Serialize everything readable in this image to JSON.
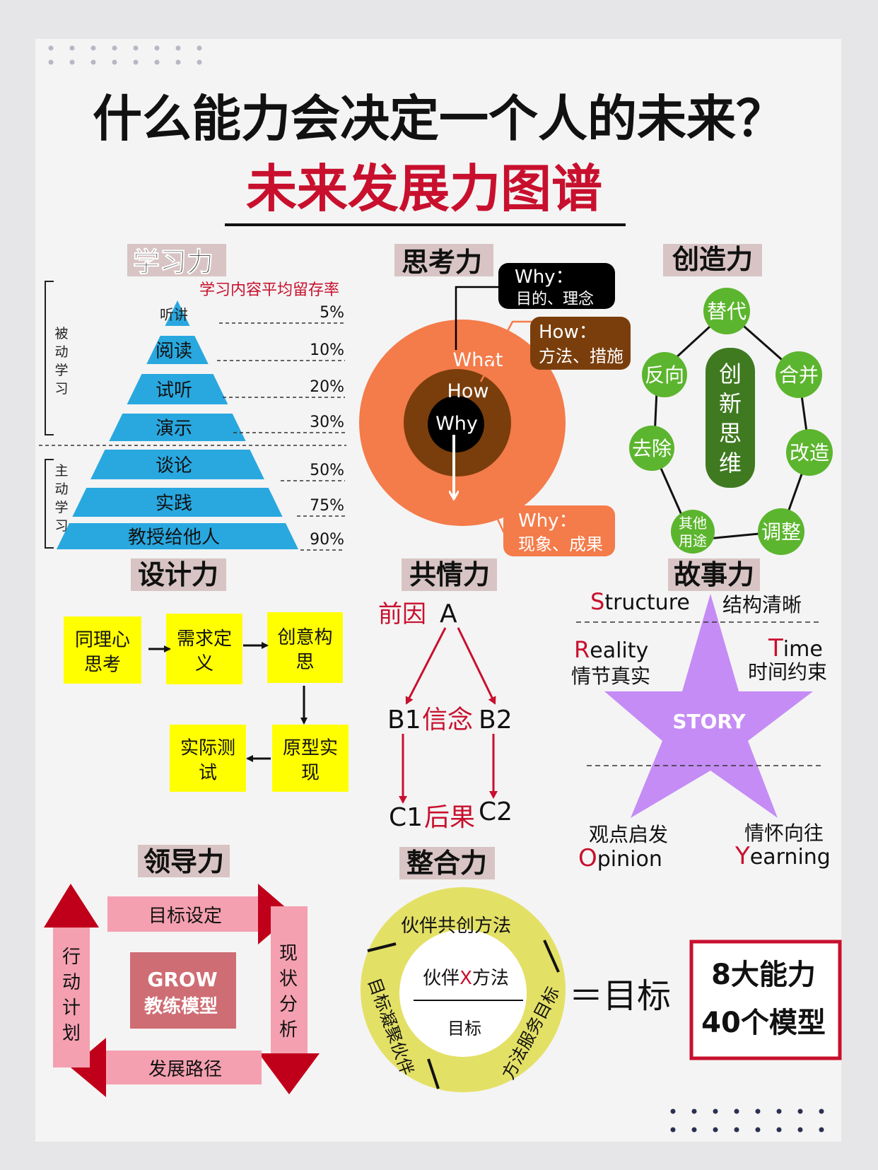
{
  "title": "什么能力会决定一个人的未来？",
  "subtitle": "未来发展力图谱",
  "colors": {
    "red": "#c8102e",
    "blue": "#29a8e0",
    "orange": "#f47b4a",
    "brown": "#7a3e0c",
    "green": "#5cb52e",
    "darkgreen": "#3f7a20",
    "purple": "#c58cf5",
    "yellow": "#ffff00",
    "pink": "#f4a0b0",
    "darkred": "#c0001a",
    "sectionbg": "#d8c4c4"
  },
  "learning": {
    "heading": "学习力",
    "caption": "学习内容平均留存率",
    "passive": "被动学习",
    "active": "主动学习",
    "levels": [
      {
        "label": "听讲",
        "rate": "5%"
      },
      {
        "label": "阅读",
        "rate": "10%"
      },
      {
        "label": "试听",
        "rate": "20%"
      },
      {
        "label": "演示",
        "rate": "30%"
      },
      {
        "label": "谈论",
        "rate": "50%"
      },
      {
        "label": "实践",
        "rate": "75%"
      },
      {
        "label": "教授给他人",
        "rate": "90%"
      }
    ]
  },
  "thinking": {
    "heading": "思考力",
    "rings": [
      "What",
      "How",
      "Why"
    ],
    "callouts": [
      {
        "title": "Why：",
        "text": "目的、理念"
      },
      {
        "title": "How：",
        "text": "方法、措施"
      },
      {
        "title": "Why：",
        "text": "现象、成果"
      }
    ]
  },
  "creativity": {
    "heading": "创造力",
    "center": "创新思维",
    "nodes": [
      "替代",
      "合并",
      "改造",
      "调整",
      "其他用途",
      "去除",
      "反向"
    ]
  },
  "design": {
    "heading": "设计力",
    "steps": [
      "同理心思考",
      "需求定义",
      "创意构思",
      "原型实现",
      "实际测试"
    ]
  },
  "empathy": {
    "heading": "共情力",
    "a_prefix": "前因",
    "a": "A",
    "b1": "B1",
    "b_mid": "信念",
    "b2": "B2",
    "c1": "C1",
    "c_mid": "后果",
    "c2": "C2"
  },
  "story": {
    "heading": "故事力",
    "center": "STORY",
    "items": [
      {
        "initial": "S",
        "rest": "tructure",
        "cn": "结构清晰"
      },
      {
        "initial": "R",
        "rest": "eality",
        "cn": "情节真实"
      },
      {
        "initial": "T",
        "rest": "ime",
        "cn": "时间约束"
      },
      {
        "initial": "O",
        "rest": "pinion",
        "cn": "观点启发"
      },
      {
        "initial": "Y",
        "rest": "earning",
        "cn": "情怀向往"
      }
    ]
  },
  "leadership": {
    "heading": "领导力",
    "center": [
      "GROW",
      "教练模型"
    ],
    "sides": [
      "目标设定",
      "现状分析",
      "发展路径",
      "行动计划"
    ]
  },
  "integration": {
    "heading": "整合力",
    "top": "伙伴共创方法",
    "left": "目标凝聚伙伴",
    "right": "方法服务目标",
    "center_top_a": "伙伴",
    "center_top_x": "X",
    "center_top_b": "方法",
    "center_bottom": "目标",
    "equals": "＝目标"
  },
  "summary": {
    "line1": "8大能力",
    "line2": "40个模型"
  }
}
